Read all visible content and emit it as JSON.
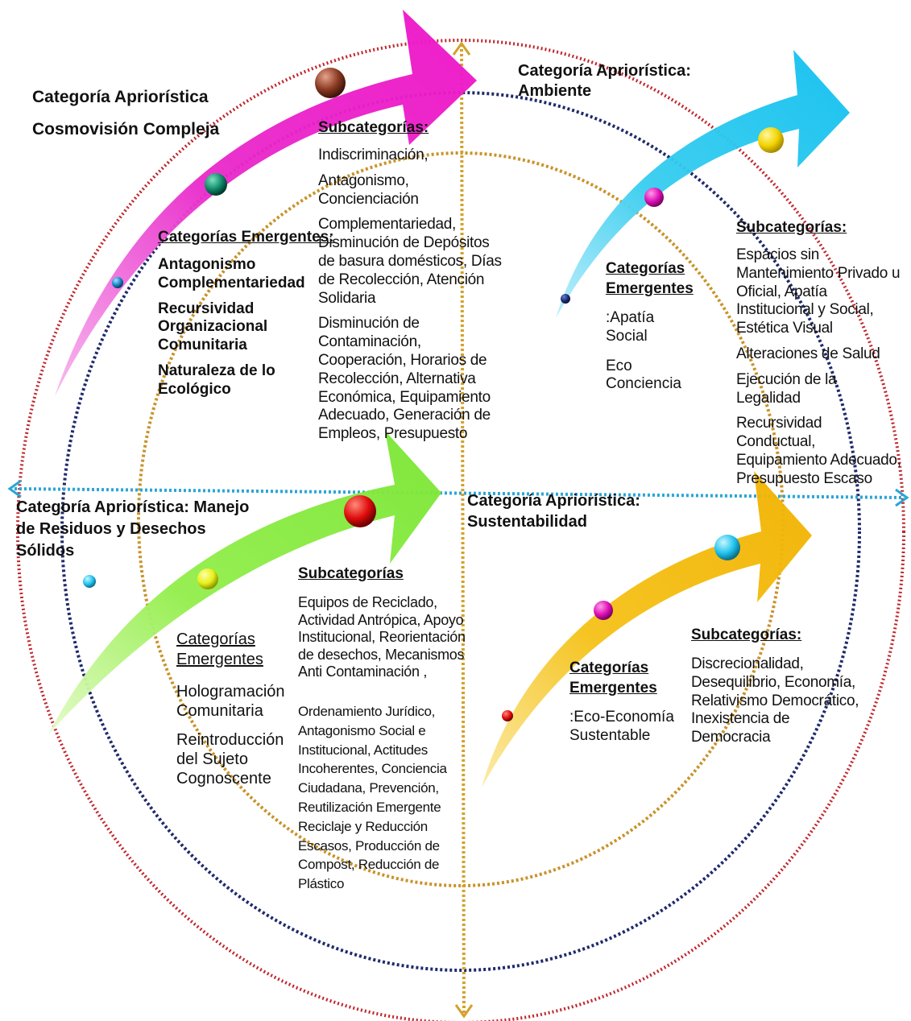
{
  "colors": {
    "magenta_arrow": "#e614c8",
    "cyan_arrow": "#19c7ee",
    "green_arrow": "#7ee83a",
    "yellow_arrow": "#f1b500",
    "outer_circle": "#c0272d",
    "middle_circle": "#1f2a6b",
    "inner_circle": "#c9922a",
    "horizontal_axis": "#2aa6d6",
    "vertical_axis": "#d4a12a"
  },
  "quadrant_top_left": {
    "title_line1": "Categoría Apriorística",
    "title_line2": "Cosmovisión Compleja",
    "emergentes_label": "Categorías Emergentes:",
    "emergentes": [
      "Antagonismo Complementariedad",
      "Recursividad Organizacional Comunitaria",
      "Naturaleza de lo Ecológico"
    ],
    "subcategorias_label": "Subcategorías:",
    "subcategorias": [
      "Indiscriminación,",
      "Antagonismo, Concienciación",
      "Complementariedad, Disminución de Depósitos de basura domésticos, Días de Recolección, Atención Solidaria",
      "Disminución de Contaminación, Cooperación, Horarios de Recolección, Alternativa Económica, Equipamiento Adecuado, Generación de Empleos, Presupuesto"
    ]
  },
  "quadrant_top_right": {
    "title_line1": "Categoría Apriorística:",
    "title_line2": "Ambiente",
    "emergentes_label": "Categorías Emergentes",
    "emergentes": [
      ":Apatía Social",
      "Eco Conciencia"
    ],
    "subcategorias_label": "Subcategorías:",
    "subcategorias": [
      "Espacios sin Mantenimiento Privado u Oficial, Apatía Institucional y Social, Estética Visual",
      "Alteraciones de Salud",
      "Ejecución de la Legalidad",
      "Recursividad Conductual, Equipamiento Adecuado, Presupuesto Escaso"
    ]
  },
  "quadrant_bottom_left": {
    "title_line1": "Categoría Apriorística: Manejo",
    "title_line2": "de Residuos y Desechos",
    "title_line3": "Sólidos",
    "emergentes_label": "Categorías Emergentes",
    "emergentes": [
      "Hologramación Comunitaria",
      "Reintroducción del Sujeto Cognoscente"
    ],
    "subcategorias_label": "Subcategorías",
    "subcategorias_a": "Equipos de Reciclado, Actividad Antrópica, Apoyo Institucional, Reorientación de desechos, Mecanismos Anti Contaminación ,",
    "subcategorias_b": "Ordenamiento Jurídico, Antagonismo Social e Institucional, Actitudes Incoherentes, Conciencia Ciudadana, Prevención, Reutilización Emergente Reciclaje y Reducción Escasos, Producción de Compost, Reducción de Plástico"
  },
  "quadrant_bottom_right": {
    "title_line1": "Categoría Apriorística:",
    "title_line2": "Sustentabilidad",
    "emergentes_label": "Categorías Emergentes",
    "emergentes": [
      ":Eco-Economía Sustentable"
    ],
    "subcategorias_label": "Subcategorías:",
    "subcategorias": [
      "Discrecionalidad, Desequilibrio, Economía, Relativismo Democrático, Inexistencia de Democracia"
    ]
  }
}
